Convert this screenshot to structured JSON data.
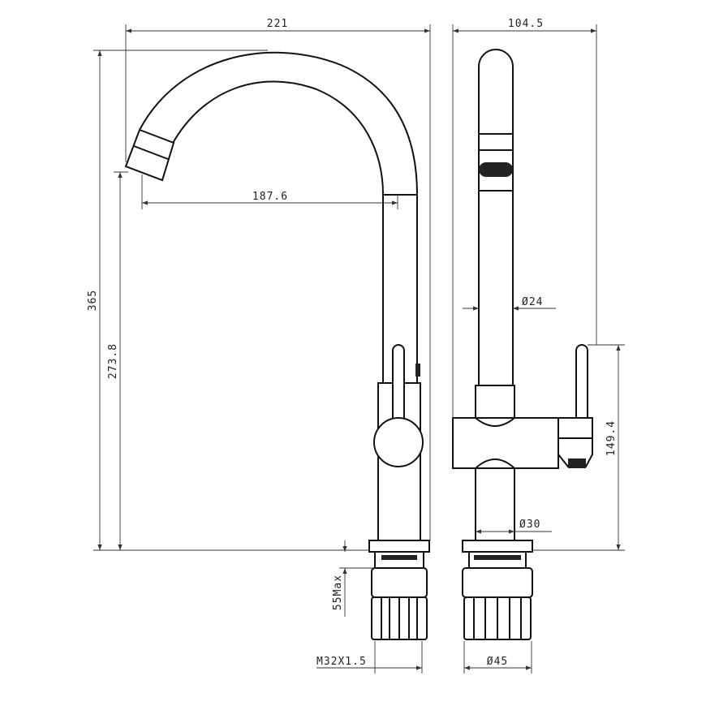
{
  "title": "Kitchen faucet dimension drawing",
  "dimensions": {
    "overall_reach": "221",
    "side_depth": "104.5",
    "spout_reach": "187.6",
    "overall_height": "365",
    "spout_height": "273.8",
    "spout_diameter": "Ø24",
    "handle_height": "149.4",
    "body_diameter": "Ø30",
    "max_deck_thickness": "55Max",
    "thread": "M32X1.5",
    "nut_diameter": "Ø45"
  }
}
